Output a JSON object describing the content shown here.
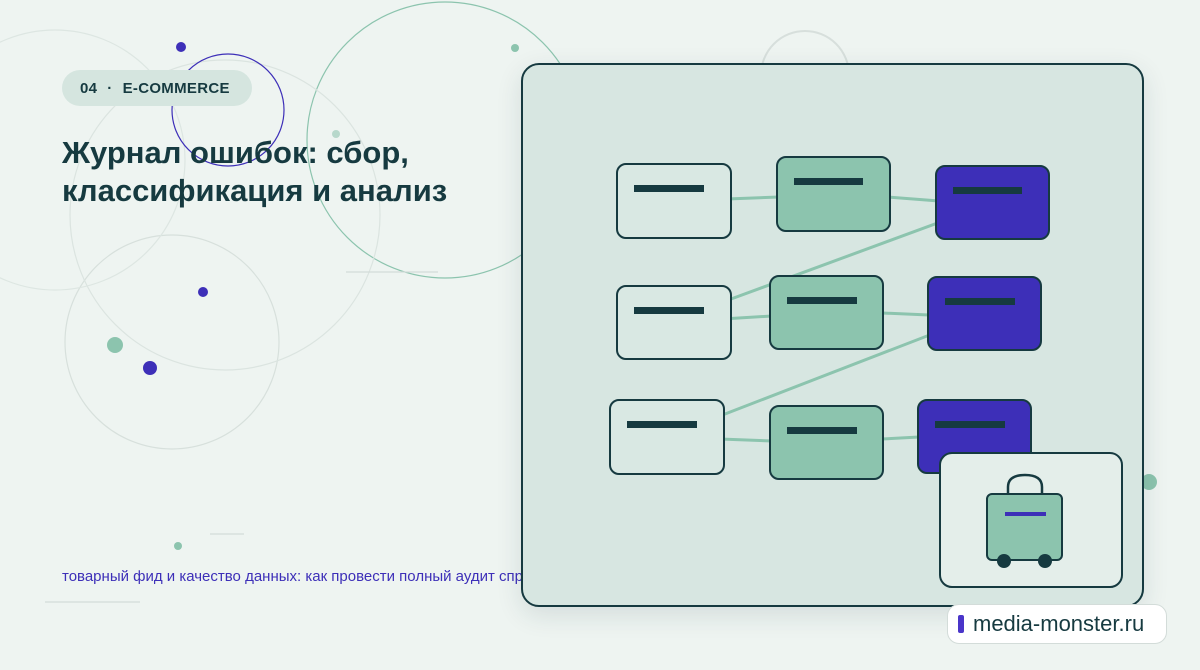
{
  "badge": {
    "number": "04",
    "separator": "·",
    "category": "E-COMMERCE"
  },
  "title": "Журнал ошибок: сбор, классификация и анализ",
  "subtitle": "товарный фид и качество данных: как провести полный аудит спроса,…",
  "brand": {
    "label": "media-monster.ru"
  },
  "colors": {
    "background": "#eef4f1",
    "ink": "#163a40",
    "accent": "#3d2fb8",
    "mint": "#8cc4ae",
    "panel": "#d7e6e1"
  },
  "icons": {
    "illustration": "shopping-bag-icon"
  }
}
